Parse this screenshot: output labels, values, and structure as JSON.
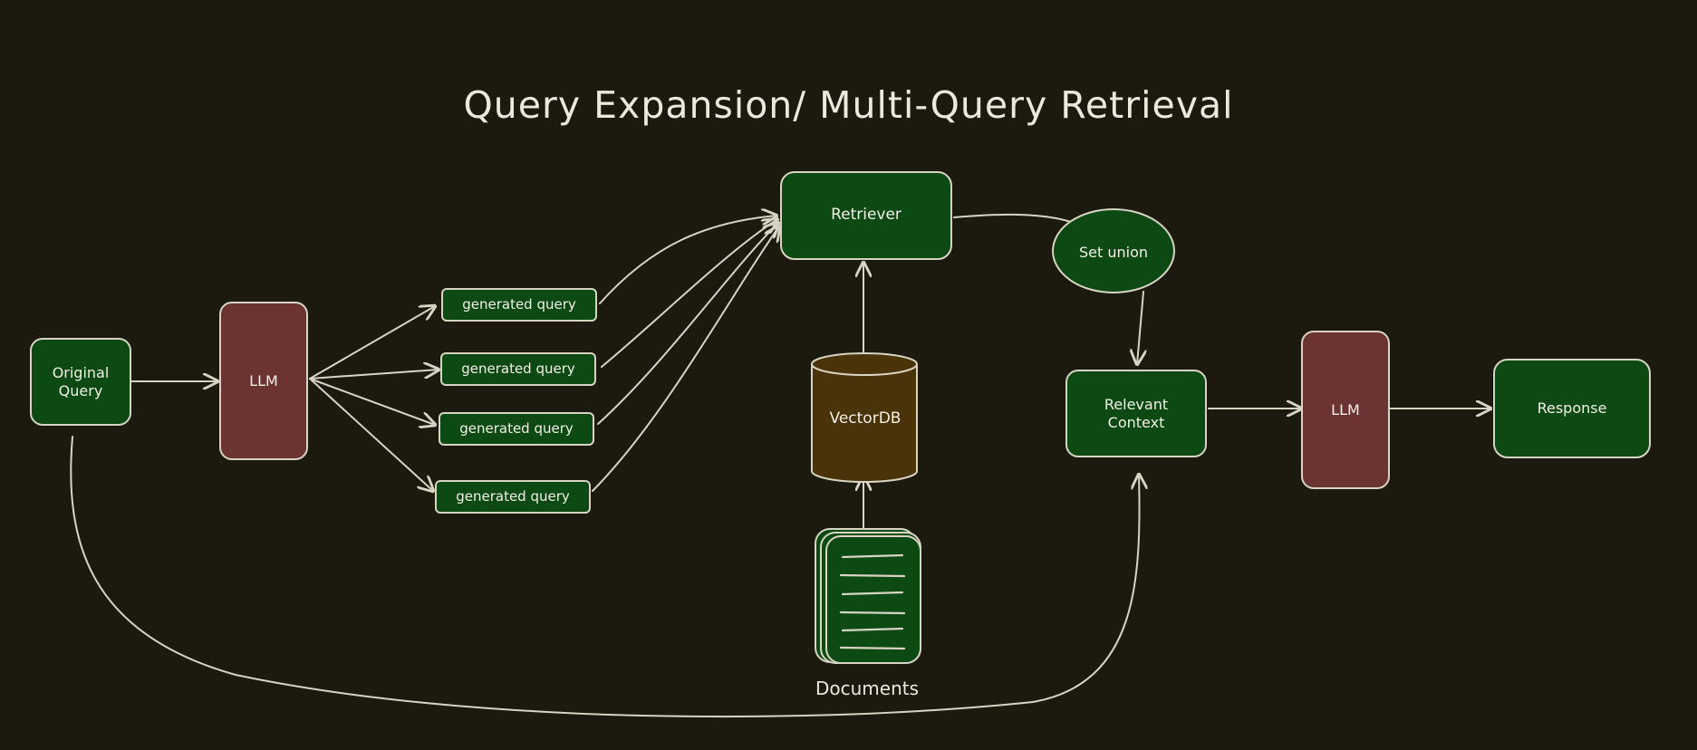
{
  "title": "Query Expansion/ Multi-Query Retrieval",
  "nodes": {
    "original_query": "Original\nQuery",
    "llm_left": "LLM",
    "generated_queries": [
      "generated query",
      "generated query",
      "generated query",
      "generated query"
    ],
    "retriever": "Retriever",
    "set_union": "Set union",
    "vector_db": "VectorDB",
    "documents": "Documents",
    "relevant_context": "Relevant\nContext",
    "llm_right": "LLM",
    "response": "Response"
  },
  "colors": {
    "background": "#1c1a0f",
    "node_green": "#0d4a13",
    "node_maroon": "#6b3432",
    "db_brown": "#4a3308",
    "stroke": "#d8d4c4"
  }
}
